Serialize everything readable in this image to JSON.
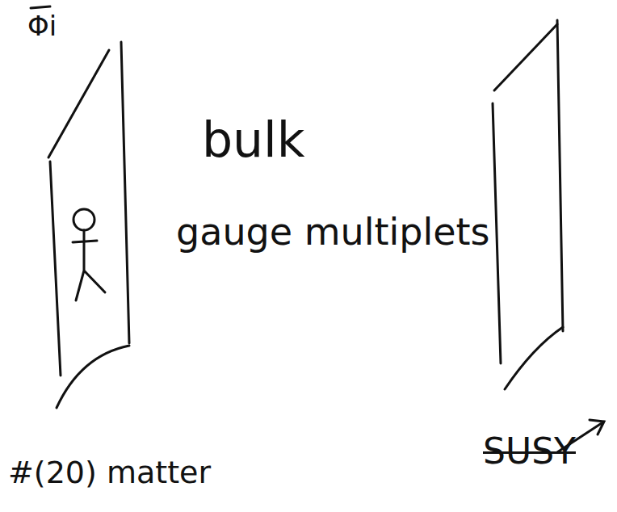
{
  "diagram": {
    "labels": [
      "Φi",
      "bulk",
      "gauge multiplets",
      "#(20) matter",
      "SUSY"
    ]
  }
}
